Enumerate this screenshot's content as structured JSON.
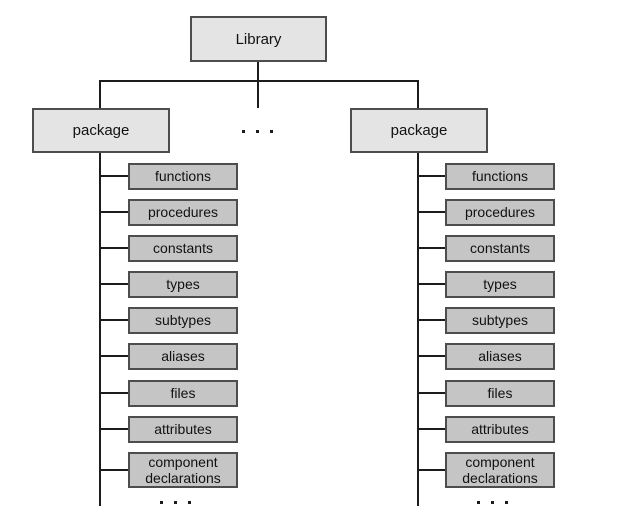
{
  "colors": {
    "background": "#ffffff",
    "parent_fill": "#e4e4e4",
    "child_fill": "#c5c5c5",
    "box_border": "#4d4d4d",
    "line": "#1c1c1c",
    "text": "#111111"
  },
  "tree": {
    "root": "Library",
    "ellipsis": "...",
    "columns": [
      {
        "package": "package",
        "children": [
          "functions",
          "procedures",
          "constants",
          "types",
          "subtypes",
          "aliases",
          "files",
          "attributes",
          "component declarations"
        ]
      },
      {
        "package": "package",
        "children": [
          "functions",
          "procedures",
          "constants",
          "types",
          "subtypes",
          "aliases",
          "files",
          "attributes",
          "component declarations"
        ]
      }
    ]
  }
}
